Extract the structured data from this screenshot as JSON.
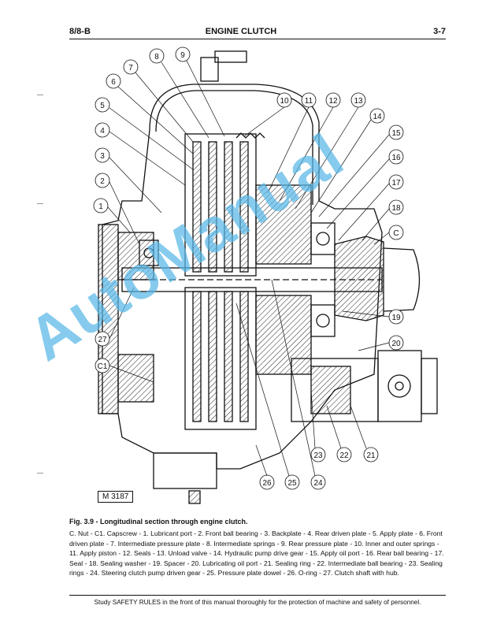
{
  "header": {
    "left": "8/8-B",
    "center": "ENGINE CLUTCH",
    "right": "3-7"
  },
  "figure": {
    "ref_box": "M 3187",
    "callouts": [
      "1",
      "2",
      "3",
      "4",
      "5",
      "6",
      "7",
      "8",
      "9",
      "10",
      "11",
      "12",
      "13",
      "14",
      "15",
      "16",
      "17",
      "18",
      "C",
      "19",
      "20",
      "21",
      "22",
      "23",
      "24",
      "25",
      "26",
      "27",
      "C1"
    ]
  },
  "caption": {
    "title": "Fig. 3.9 - Longitudinal section through engine clutch.",
    "body": "C. Nut - C1. Capscrew - 1. Lubricant port - 2. Front ball bearing - 3. Backplate - 4. Rear driven plate - 5. Apply plate - 6. Front driven plate - 7. Intermediate pressure plate - 8. Intermediate springs - 9. Rear pressure plate - 10. Inner and outer springs - 11. Apply piston - 12. Seals - 13. Unload valve - 14. Hydraulic pump drive gear - 15. Apply oil port - 16. Rear ball bearing - 17. Seal - 18. Sealing washer - 19. Spacer - 20. Lubricating oil port - 21. Sealing ring - 22. Intermediate ball bearing - 23. Sealing rings - 24. Steering clutch pump driven gear - 25. Pressure plate dowel - 26. O-ring - 27. Clutch shaft with hub."
  },
  "footer": "Study SAFETY RULES in the front of this manual thoroughly for the protection of machine and safety of personnel.",
  "watermark": "AutoManual",
  "colors": {
    "ink": "#111111",
    "watermark": "#58b8e8"
  }
}
